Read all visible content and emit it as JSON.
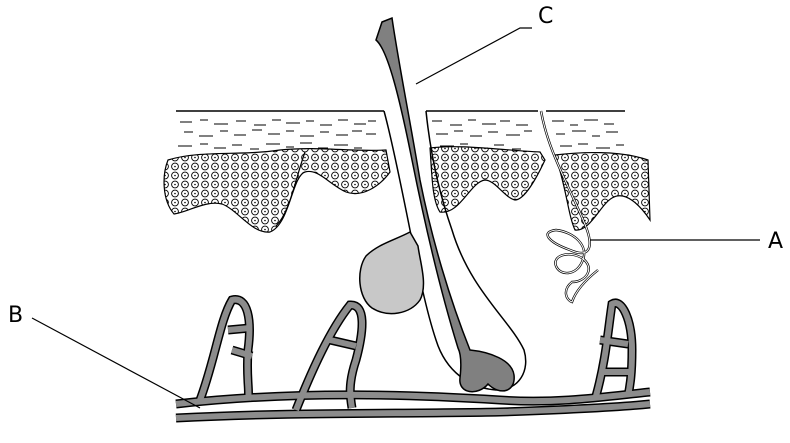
{
  "figure": {
    "labels": {
      "a": "A",
      "b": "B",
      "c": "C"
    },
    "colors": {
      "line": "#000000",
      "hair_shaft": "#808080",
      "gland": "#c8c8c8",
      "vessel": "#8c8c8c",
      "background": "#ffffff"
    }
  }
}
